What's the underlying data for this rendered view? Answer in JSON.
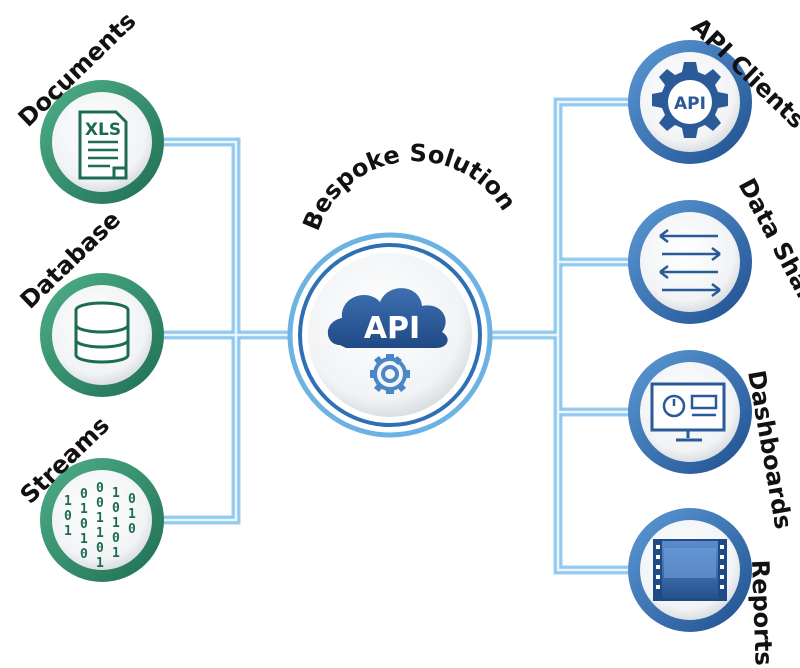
{
  "center": {
    "title": "Bespoke Solution",
    "badge": "API"
  },
  "inputs": [
    {
      "label": "Documents",
      "icon": "xls-document-icon",
      "badge": "XLS"
    },
    {
      "label": "Database",
      "icon": "database-icon"
    },
    {
      "label": "Streams",
      "icon": "binary-stream-icon"
    }
  ],
  "outputs": [
    {
      "label": "API Clients",
      "icon": "api-gear-icon",
      "badge": "API"
    },
    {
      "label": "Data Sharing",
      "icon": "exchange-arrows-icon"
    },
    {
      "label": "Dashboards",
      "icon": "monitor-dashboard-icon"
    },
    {
      "label": "Reports",
      "icon": "report-film-icon"
    }
  ],
  "colors": {
    "input_ring": "#2e8f6e",
    "output_ring": "#2f6fb3",
    "center_ring": "#5aa7dc",
    "pipe": "#8fc8ee",
    "icon_blue": "#264f86",
    "icon_green": "#1d6b50"
  }
}
